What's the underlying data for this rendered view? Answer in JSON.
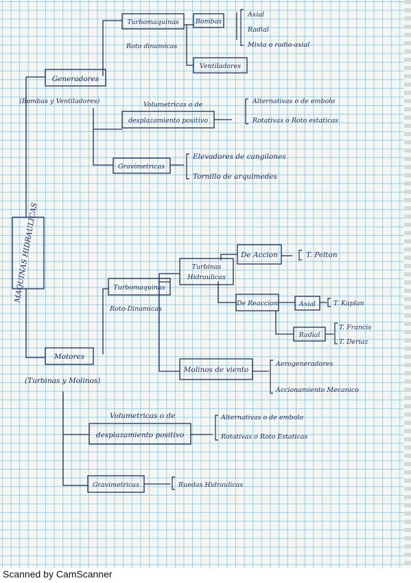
{
  "root": "MAQUINAS HIDRAULICAS",
  "generadores": {
    "title": "Generadores",
    "subtitle": "(Bombas y Ventiladores)",
    "turbo": {
      "title": "Turbomaquinas",
      "sub": "Roto dinamicas"
    },
    "bombas": {
      "title": "Bombas",
      "items": [
        "Axial",
        "Radial",
        "Mixta o radio-axial"
      ]
    },
    "ventiladores": {
      "title": "Ventiladores"
    },
    "volumetricas": {
      "line1": "Volumetricas o de",
      "line2": "desplazamiento positivo",
      "items": [
        "Alternativas o de embolo",
        "Rotativas o Roto estaticas"
      ]
    },
    "gravimetricas": {
      "title": "Gravimetricas",
      "items": [
        "Elevadores de cangilones",
        "Tornillo de arquimedes"
      ]
    }
  },
  "motores": {
    "title": "Motores",
    "subtitle": "(Turbinas y Molinos)",
    "turbo": {
      "title": "Turbomaquinas",
      "sub": "Roto-Dinamicas"
    },
    "turbinas": {
      "line1": "Turbinas",
      "line2": "Hidraulicas"
    },
    "accion": {
      "title": "De Accion",
      "item": "T. Pelton"
    },
    "reaccion": {
      "title": "De Reaccion",
      "axial": "Axial",
      "axial_item": "T. Kaplan",
      "radial": "Radial",
      "radial_items": [
        "T. Francis",
        "T. Deriaz"
      ]
    },
    "molinos": {
      "title": "Molinos de viento",
      "items": [
        "Aerogeneradores",
        "Accionamiento Mecanico"
      ]
    },
    "volumetricas": {
      "line1": "Volumetricas o de",
      "line2": "desplazamiento positivo",
      "items": [
        "Alternativas o de embolo",
        "Rotativas o Roto Estaticas"
      ]
    },
    "gravimetricas": {
      "title": "Gravimetricas",
      "item": "Ruedas Hidraulicas"
    }
  },
  "footer": "Scanned by CamScanner",
  "colors": {
    "ink": "#1e2a52",
    "grid": "#50aad7",
    "paper": "#f4f6f3"
  }
}
